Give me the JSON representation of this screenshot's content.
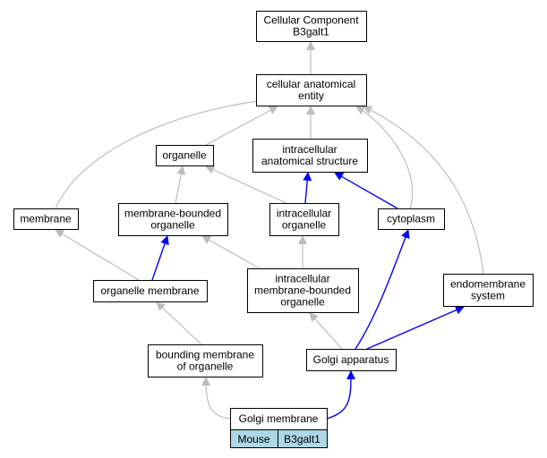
{
  "colors": {
    "is_a_edge": "#bdbdbd",
    "part_of_edge": "#0000ff",
    "node_border": "#000000",
    "node_fill": "#ffffff",
    "annotation_fill": "#add8e6"
  },
  "nodes": [
    {
      "id": "root",
      "lines": [
        "Cellular Component",
        "B3galt1"
      ]
    },
    {
      "id": "cae",
      "lines": [
        "cellular anatomical",
        "entity"
      ]
    },
    {
      "id": "organelle",
      "lines": [
        "organelle"
      ]
    },
    {
      "id": "ias",
      "lines": [
        "intracellular",
        "anatomical structure"
      ]
    },
    {
      "id": "membrane",
      "lines": [
        "membrane"
      ]
    },
    {
      "id": "mbo",
      "lines": [
        "membrane-bounded",
        "organelle"
      ]
    },
    {
      "id": "io",
      "lines": [
        "intracellular",
        "organelle"
      ]
    },
    {
      "id": "cytoplasm",
      "lines": [
        "cytoplasm"
      ]
    },
    {
      "id": "om",
      "lines": [
        "organelle membrane"
      ]
    },
    {
      "id": "imbo",
      "lines": [
        "intracellular",
        "membrane-bounded",
        "organelle"
      ]
    },
    {
      "id": "es",
      "lines": [
        "endomembrane",
        "system"
      ]
    },
    {
      "id": "bmo",
      "lines": [
        "bounding membrane",
        "of organelle"
      ]
    },
    {
      "id": "golgi",
      "lines": [
        "Golgi apparatus"
      ]
    },
    {
      "id": "gm",
      "lines": [
        "Golgi membrane"
      ]
    }
  ],
  "annotation": {
    "species": "Mouse",
    "gene": "B3galt1"
  },
  "edges": [
    {
      "from": "cae",
      "to": "root",
      "type": "is_a"
    },
    {
      "from": "organelle",
      "to": "cae",
      "type": "is_a"
    },
    {
      "from": "ias",
      "to": "cae",
      "type": "is_a"
    },
    {
      "from": "membrane",
      "to": "cae",
      "type": "is_a"
    },
    {
      "from": "cytoplasm",
      "to": "cae",
      "type": "is_a"
    },
    {
      "from": "es",
      "to": "cae",
      "type": "is_a"
    },
    {
      "from": "mbo",
      "to": "organelle",
      "type": "is_a"
    },
    {
      "from": "io",
      "to": "organelle",
      "type": "is_a"
    },
    {
      "from": "io",
      "to": "ias",
      "type": "part_of"
    },
    {
      "from": "cytoplasm",
      "to": "ias",
      "type": "part_of"
    },
    {
      "from": "om",
      "to": "membrane",
      "type": "is_a"
    },
    {
      "from": "om",
      "to": "mbo",
      "type": "part_of"
    },
    {
      "from": "imbo",
      "to": "mbo",
      "type": "is_a"
    },
    {
      "from": "imbo",
      "to": "io",
      "type": "is_a"
    },
    {
      "from": "bmo",
      "to": "om",
      "type": "is_a"
    },
    {
      "from": "golgi",
      "to": "imbo",
      "type": "is_a"
    },
    {
      "from": "golgi",
      "to": "cytoplasm",
      "type": "part_of"
    },
    {
      "from": "golgi",
      "to": "es",
      "type": "part_of"
    },
    {
      "from": "gm",
      "to": "bmo",
      "type": "is_a"
    },
    {
      "from": "gm",
      "to": "golgi",
      "type": "part_of"
    }
  ]
}
